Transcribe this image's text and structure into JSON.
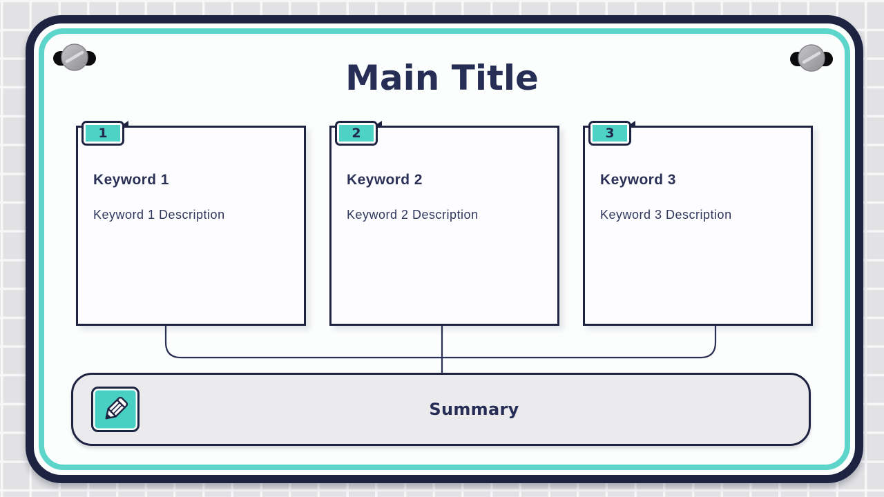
{
  "title": "Main Title",
  "cards": [
    {
      "number": "1",
      "keyword": "Keyword 1",
      "description": "Keyword 1 Description"
    },
    {
      "number": "2",
      "keyword": "Keyword 2",
      "description": "Keyword 2 Description"
    },
    {
      "number": "3",
      "keyword": "Keyword 3",
      "description": "Keyword 3 Description"
    }
  ],
  "summary": {
    "label": "Summary"
  },
  "icons": {
    "pencil": "pencil-icon",
    "screw_left": "screw-icon",
    "screw_right": "screw-icon"
  },
  "colors": {
    "navy": "#1e2342",
    "text_navy": "#2b3156",
    "teal_frame": "#5ed5ca",
    "teal_tab": "#4fd2c6",
    "teal_icon_box": "#49d0c4",
    "tile": "#e2e2e4",
    "tile_gap": "#f7f7f8",
    "card_bg": "#fdfdff",
    "summary_bg": "#ebebee"
  }
}
